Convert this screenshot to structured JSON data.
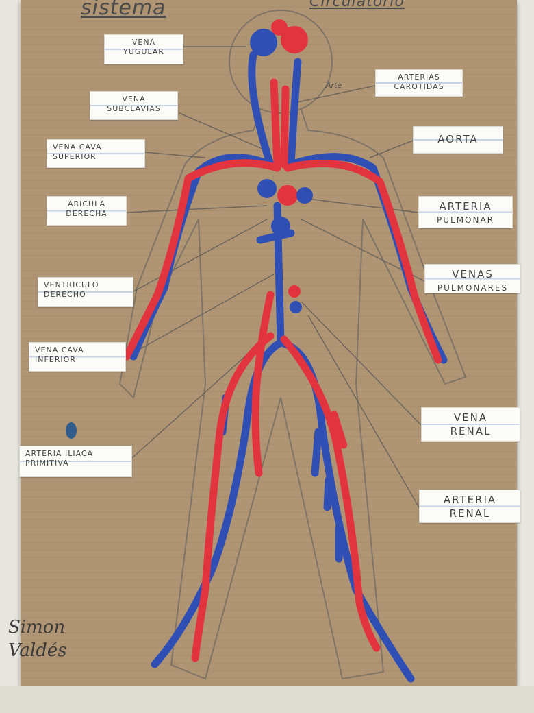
{
  "title": {
    "left": "sistema",
    "right": "Circulatorio"
  },
  "labels_left": [
    {
      "line1": "VENA",
      "line2": "YUGULAR"
    },
    {
      "line1": "VENA",
      "line2": "SUBCLAVIAS"
    },
    {
      "line1": "VENA CAVA",
      "line2": "SUPERIOR"
    },
    {
      "line1": "ARICULA",
      "line2": "DERECHA"
    },
    {
      "line1": "VENTRICULO",
      "line2": "DERECHO"
    },
    {
      "line1": "VENA CAVA",
      "line2": "INFERIOR"
    },
    {
      "line1": "ARTERIA ILIACA",
      "line2": "PRIMITIVA"
    }
  ],
  "labels_right": [
    {
      "line1": "ARTERIAS",
      "line2": "CAROTIDAS"
    },
    {
      "line1": "AORTA",
      "line2": ""
    },
    {
      "line1": "ARTERIA",
      "line2": "PULMONAR"
    },
    {
      "line1": "VENAS",
      "line2": "PULMONARES"
    },
    {
      "line1": "VENA",
      "line2": "RENAL"
    },
    {
      "line1": "ARTERIA",
      "line2": "RENAL"
    }
  ],
  "annotation": "Arte",
  "signature": {
    "line1": "Simon",
    "line2": "Valdés"
  },
  "colors": {
    "vein": "#2f4fb5",
    "artery": "#e2343f",
    "cardboard": "#b09574",
    "pencil": "#6b6660"
  }
}
